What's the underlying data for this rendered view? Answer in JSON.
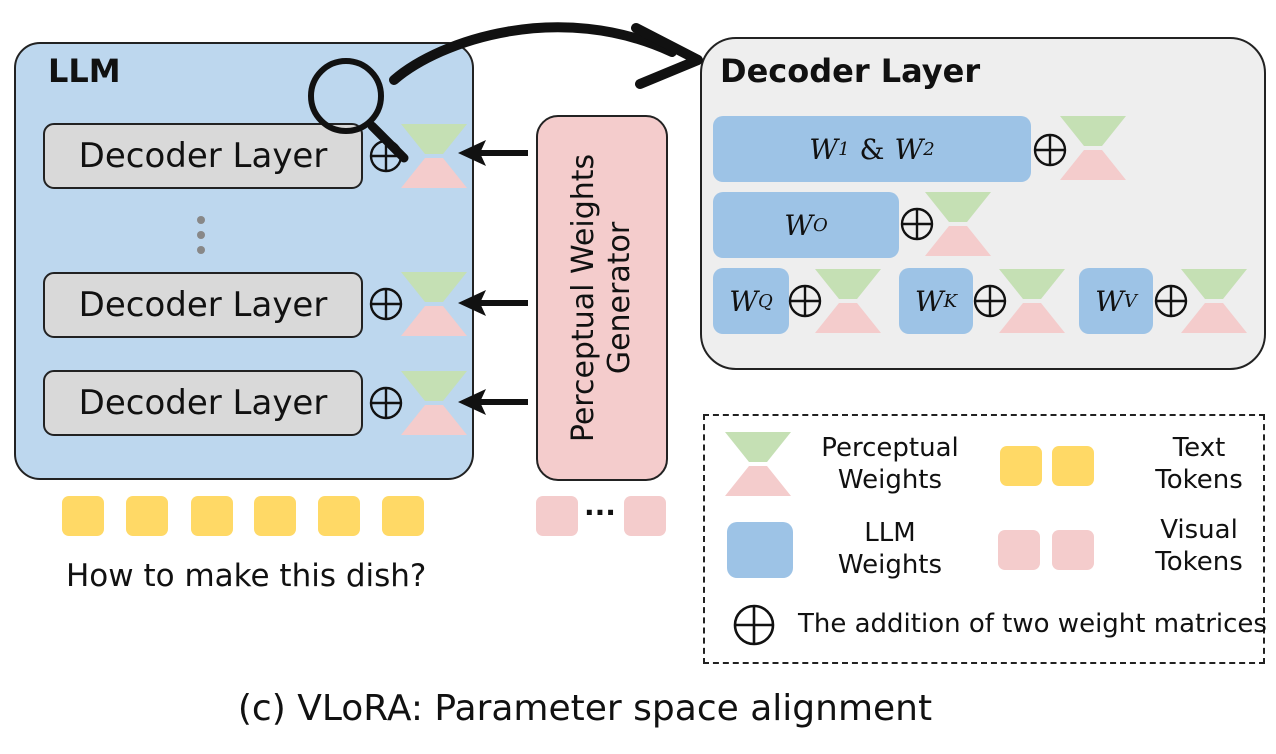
{
  "llm": {
    "title": "LLM",
    "layers": [
      "Decoder Layer",
      "Decoder Layer",
      "Decoder Layer"
    ]
  },
  "generator": {
    "label_line1": "Perceptual Weights",
    "label_line2": "Generator"
  },
  "decoder_detail": {
    "title": "Decoder Layer",
    "w12": {
      "a": "W",
      "a_sub": "1",
      "amp": "&",
      "b": "W",
      "b_sub": "2"
    },
    "wo": {
      "base": "W",
      "sub": "O"
    },
    "wq": {
      "base": "W",
      "sub": "Q"
    },
    "wk": {
      "base": "W",
      "sub": "K"
    },
    "wv": {
      "base": "W",
      "sub": "V"
    }
  },
  "legend": {
    "perceptual": "Perceptual Weights",
    "text_tokens": "Text Tokens",
    "llm_weights": "LLM Weights",
    "visual_tokens": "Visual Tokens",
    "addition": "The addition of two weight matrices"
  },
  "ellipsis": "···",
  "question": "How to make this dish?",
  "caption": "(c) VLoRA: Parameter space alignment",
  "colors": {
    "llm_bg": "#bdd7ee",
    "decoder_bg": "#d9d9d9",
    "generator_bg": "#f4cccc",
    "detail_bg": "#eeeeee",
    "llm_weight": "#9dc3e6",
    "perceptual_top": "#c5e0b4",
    "perceptual_bottom": "#f4cccc",
    "text_token": "#ffd966",
    "visual_token": "#f4cccc"
  }
}
